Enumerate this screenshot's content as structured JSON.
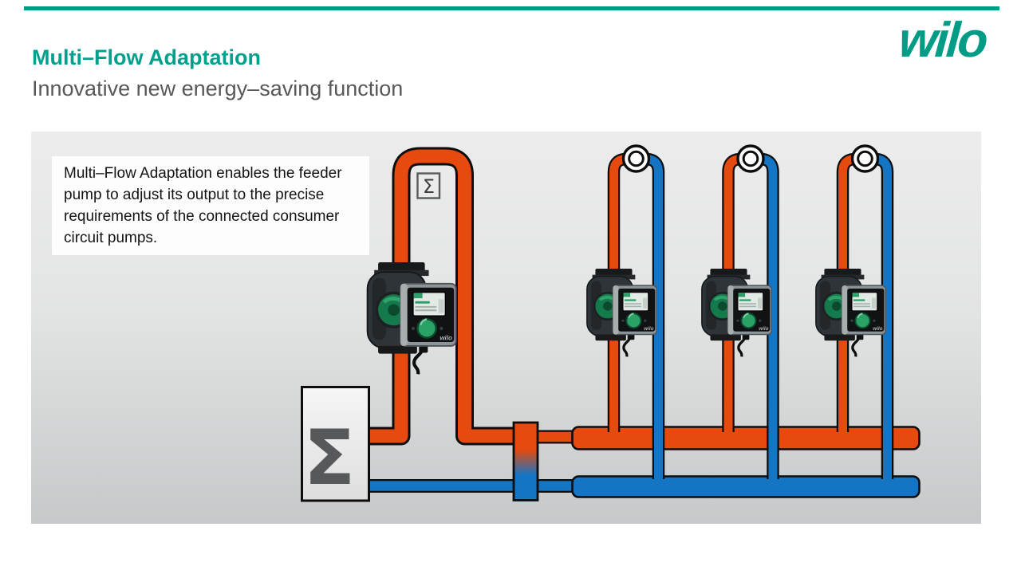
{
  "header": {
    "title": "Multi–Flow Adaptation",
    "subtitle": "Innovative new energy–saving function",
    "logo_text": "wilo"
  },
  "callout": {
    "text": "Multi–Flow Adaptation enables the feeder pump to adjust its output to the precise requirements of the connected consumer circuit pumps."
  },
  "diagram": {
    "meter_symbol": "Σ",
    "boiler_symbol": "Σ",
    "pump_brand_label": "wilo",
    "colors": {
      "supply_orange": "#E64A0E",
      "return_blue": "#1375C4",
      "brand_green": "#009C85",
      "panel_top": "#ECECEC",
      "panel_bottom": "#C6C8C9",
      "pipe_outline": "#0D0D0D"
    }
  }
}
